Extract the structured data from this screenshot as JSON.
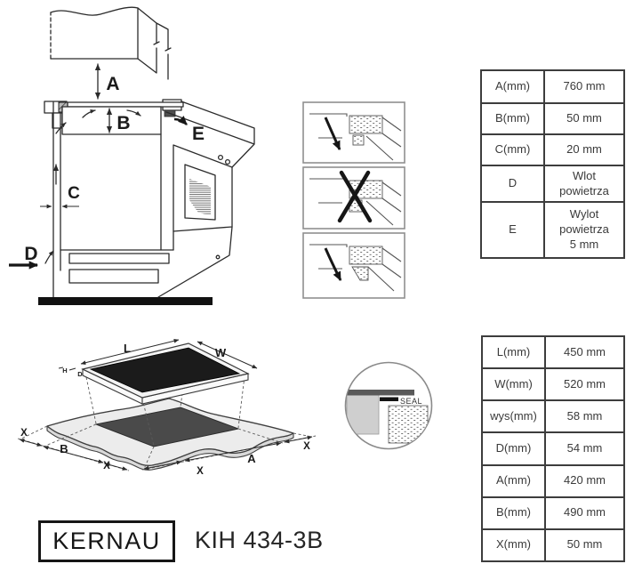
{
  "side_diagram": {
    "labels": {
      "a": "A",
      "b": "B",
      "c": "C",
      "d": "D",
      "e": "E"
    }
  },
  "iso_diagram": {
    "labels": {
      "l": "L",
      "w": "W",
      "h": "H",
      "d": "D",
      "b": "B",
      "a": "A",
      "x": "X"
    }
  },
  "seal_detail": {
    "label": "SEAL"
  },
  "clearance_table": {
    "rows": [
      {
        "label": "A(mm)",
        "value": "760 mm"
      },
      {
        "label": "B(mm)",
        "value": "50 mm"
      },
      {
        "label": "C(mm)",
        "value": "20 mm"
      },
      {
        "label": "D",
        "value": "Wlot\npowietrza"
      },
      {
        "label": "E",
        "value": "Wylot\npowietrza\n5 mm"
      }
    ]
  },
  "cutout_table": {
    "rows": [
      {
        "label": "L(mm)",
        "value": "450 mm"
      },
      {
        "label": "W(mm)",
        "value": "520 mm"
      },
      {
        "label": "wys(mm)",
        "value": "58 mm"
      },
      {
        "label": "D(mm)",
        "value": "54 mm"
      },
      {
        "label": "A(mm)",
        "value": "420 mm"
      },
      {
        "label": "B(mm)",
        "value": "490 mm"
      },
      {
        "label": "X(mm)",
        "value": "50 mm"
      }
    ]
  },
  "brand": {
    "logo": "KERNAU",
    "model": "KIH 434-3B"
  }
}
